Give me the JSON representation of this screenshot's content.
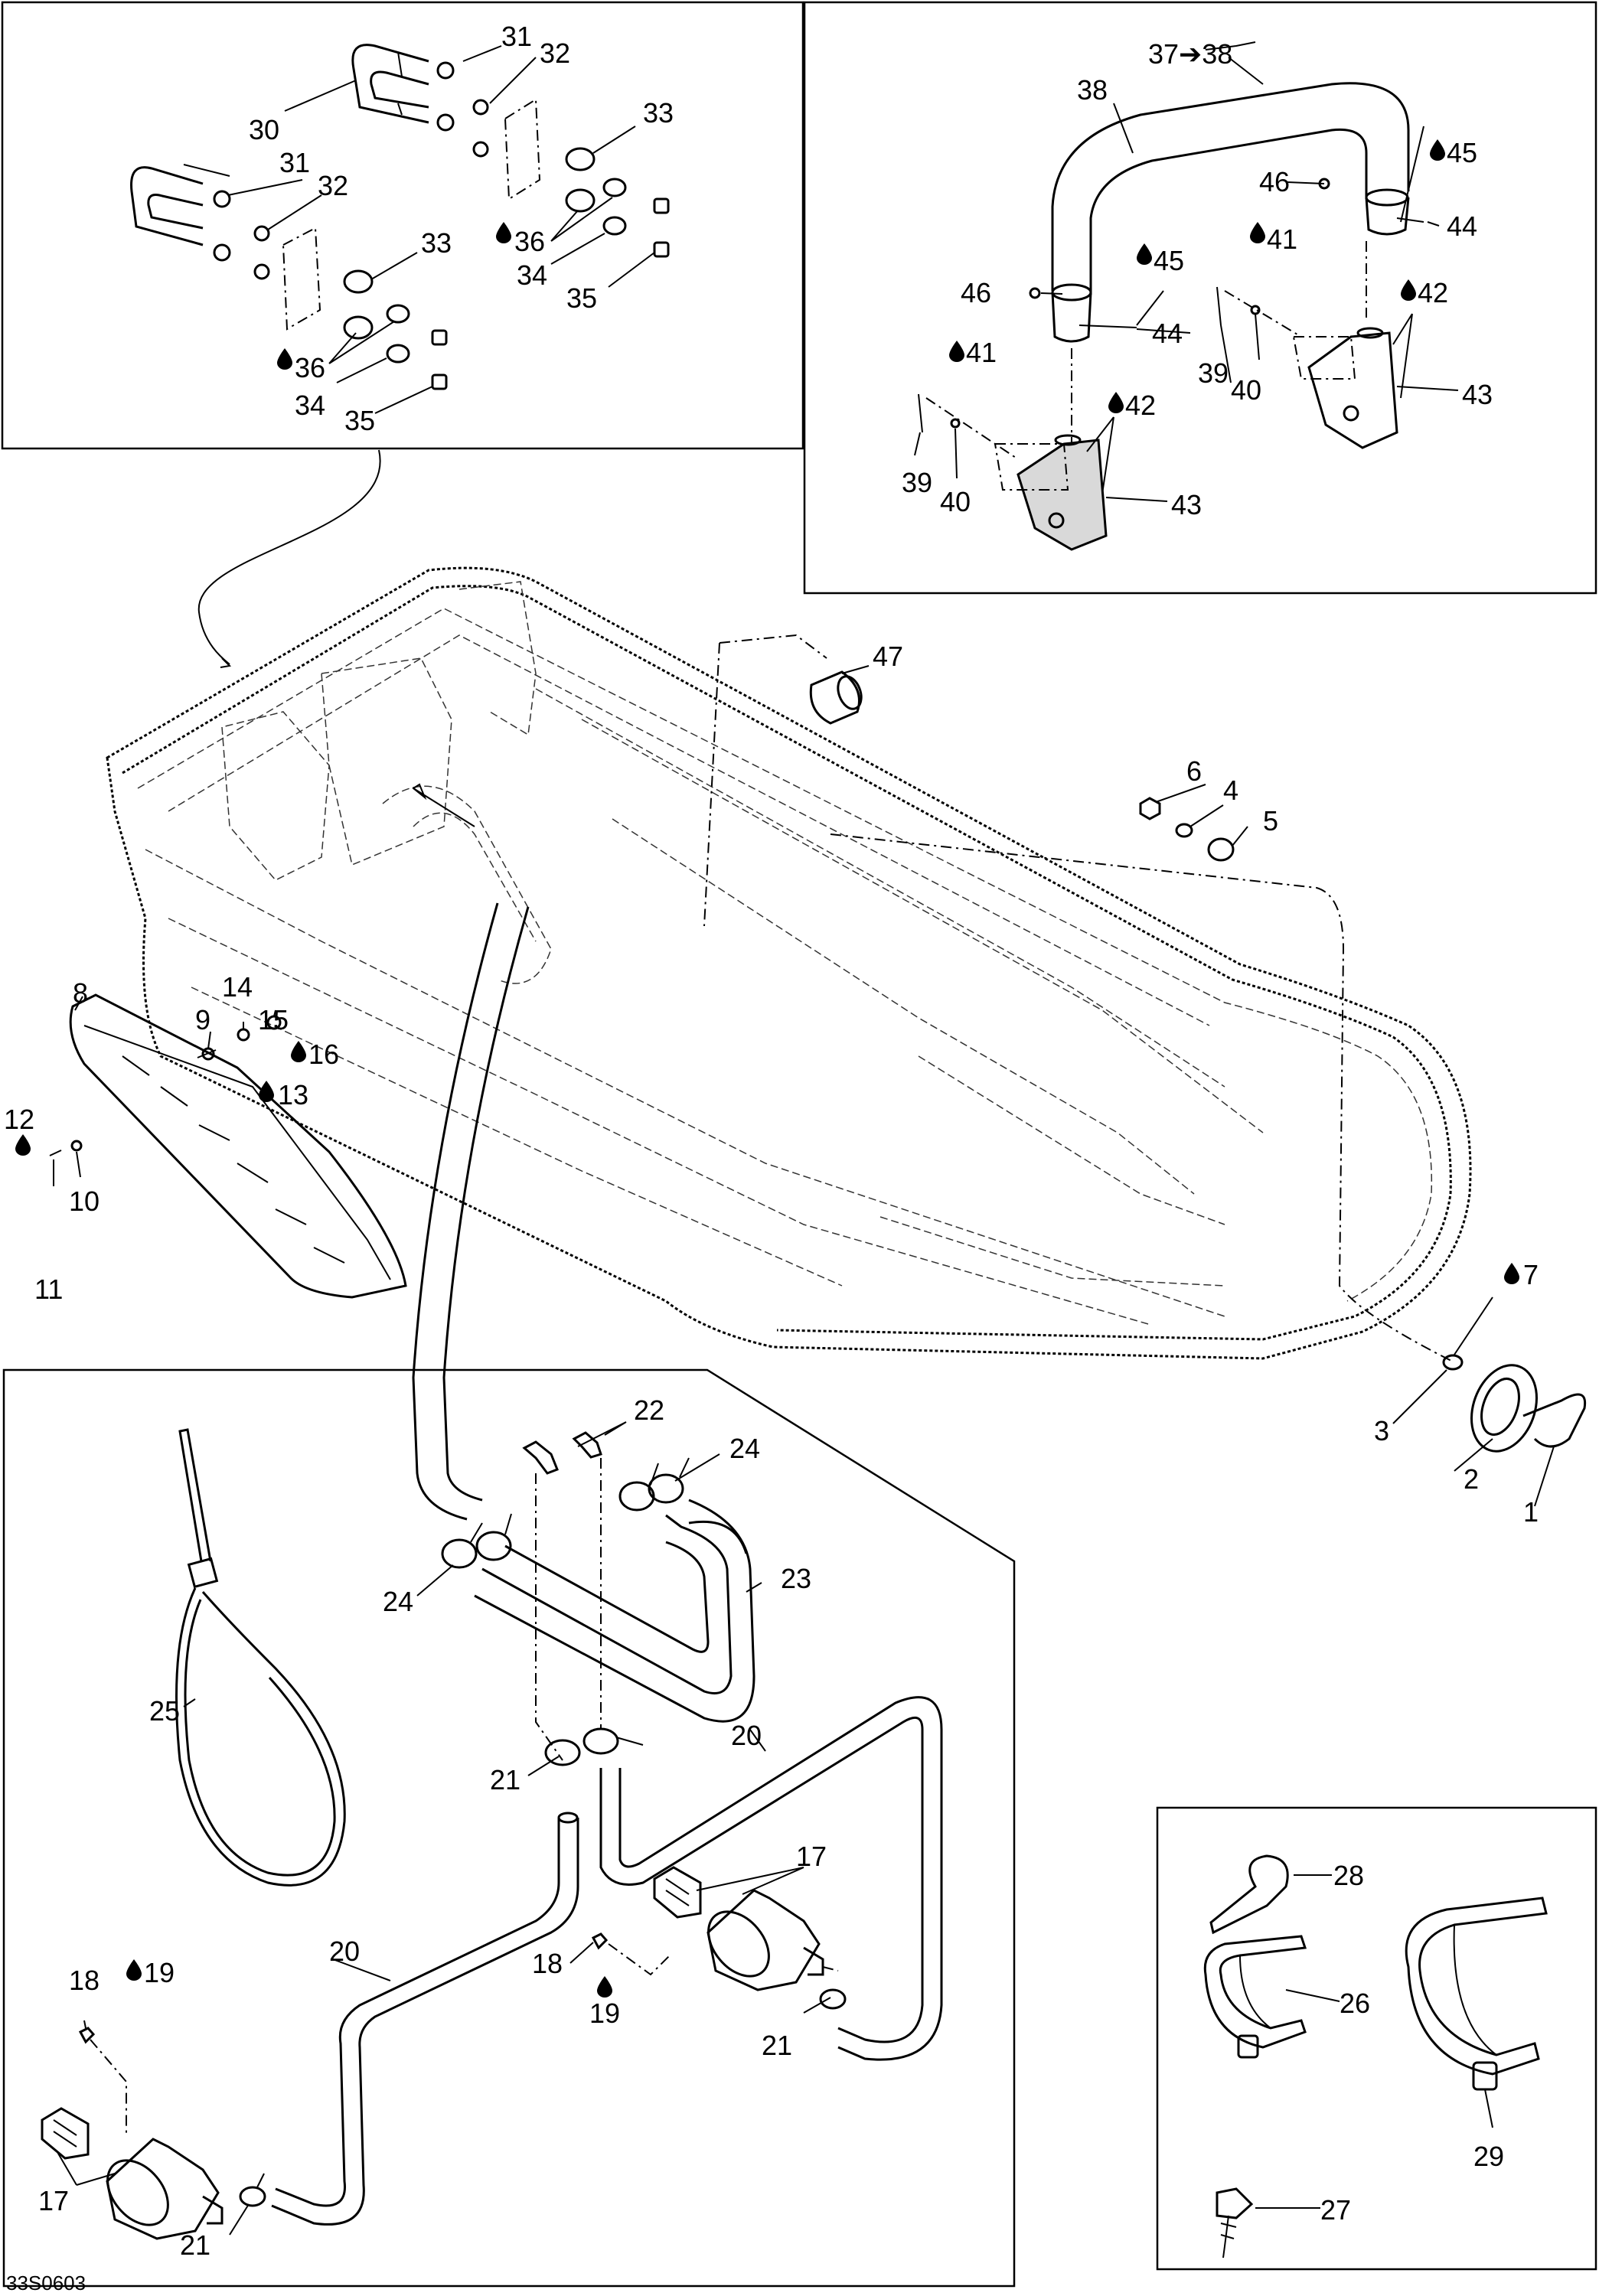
{
  "diagram_code": "33S0603",
  "callouts": [
    {
      "id": "c1",
      "text": "1"
    },
    {
      "id": "c2",
      "text": "2"
    },
    {
      "id": "c3",
      "text": "3"
    },
    {
      "id": "c4",
      "text": "4"
    },
    {
      "id": "c5",
      "text": "5"
    },
    {
      "id": "c6",
      "text": "6"
    },
    {
      "id": "c7",
      "text": "7"
    },
    {
      "id": "c8",
      "text": "8"
    },
    {
      "id": "c9",
      "text": "9"
    },
    {
      "id": "c10",
      "text": "10"
    },
    {
      "id": "c11",
      "text": "11"
    },
    {
      "id": "c12",
      "text": "12"
    },
    {
      "id": "c13",
      "text": "13"
    },
    {
      "id": "c14",
      "text": "14"
    },
    {
      "id": "c15",
      "text": "15"
    },
    {
      "id": "c16",
      "text": "16"
    },
    {
      "id": "c17a",
      "text": "17"
    },
    {
      "id": "c17b",
      "text": "17"
    },
    {
      "id": "c18a",
      "text": "18"
    },
    {
      "id": "c18b",
      "text": "18"
    },
    {
      "id": "c19a",
      "text": "19"
    },
    {
      "id": "c19b",
      "text": "19"
    },
    {
      "id": "c20a",
      "text": "20"
    },
    {
      "id": "c20b",
      "text": "20"
    },
    {
      "id": "c21a",
      "text": "21"
    },
    {
      "id": "c21b",
      "text": "21"
    },
    {
      "id": "c21c",
      "text": "21"
    },
    {
      "id": "c22",
      "text": "22"
    },
    {
      "id": "c23",
      "text": "23"
    },
    {
      "id": "c24a",
      "text": "24"
    },
    {
      "id": "c24b",
      "text": "24"
    },
    {
      "id": "c25",
      "text": "25"
    },
    {
      "id": "c26",
      "text": "26"
    },
    {
      "id": "c27",
      "text": "27"
    },
    {
      "id": "c28",
      "text": "28"
    },
    {
      "id": "c29",
      "text": "29"
    },
    {
      "id": "c30",
      "text": "30"
    },
    {
      "id": "c31a",
      "text": "31"
    },
    {
      "id": "c31b",
      "text": "31"
    },
    {
      "id": "c32a",
      "text": "32"
    },
    {
      "id": "c32b",
      "text": "32"
    },
    {
      "id": "c33a",
      "text": "33"
    },
    {
      "id": "c33b",
      "text": "33"
    },
    {
      "id": "c34a",
      "text": "34"
    },
    {
      "id": "c34b",
      "text": "34"
    },
    {
      "id": "c35a",
      "text": "35"
    },
    {
      "id": "c35b",
      "text": "35"
    },
    {
      "id": "c36a",
      "text": "36"
    },
    {
      "id": "c36b",
      "text": "36"
    },
    {
      "id": "c37",
      "text": "37➔38"
    },
    {
      "id": "c38",
      "text": "38"
    },
    {
      "id": "c39a",
      "text": "39"
    },
    {
      "id": "c39b",
      "text": "39"
    },
    {
      "id": "c40a",
      "text": "40"
    },
    {
      "id": "c40b",
      "text": "40"
    },
    {
      "id": "c41a",
      "text": "41"
    },
    {
      "id": "c41b",
      "text": "41"
    },
    {
      "id": "c42a",
      "text": "42"
    },
    {
      "id": "c42b",
      "text": "42"
    },
    {
      "id": "c43a",
      "text": "43"
    },
    {
      "id": "c43b",
      "text": "43"
    },
    {
      "id": "c44a",
      "text": "44"
    },
    {
      "id": "c44b",
      "text": "44"
    },
    {
      "id": "c45a",
      "text": "45"
    },
    {
      "id": "c45b",
      "text": "45"
    },
    {
      "id": "c46a",
      "text": "46"
    },
    {
      "id": "c46b",
      "text": "46"
    },
    {
      "id": "c47",
      "text": "47"
    }
  ],
  "icons": {
    "liquid_drop": "liquid-drop-icon"
  }
}
